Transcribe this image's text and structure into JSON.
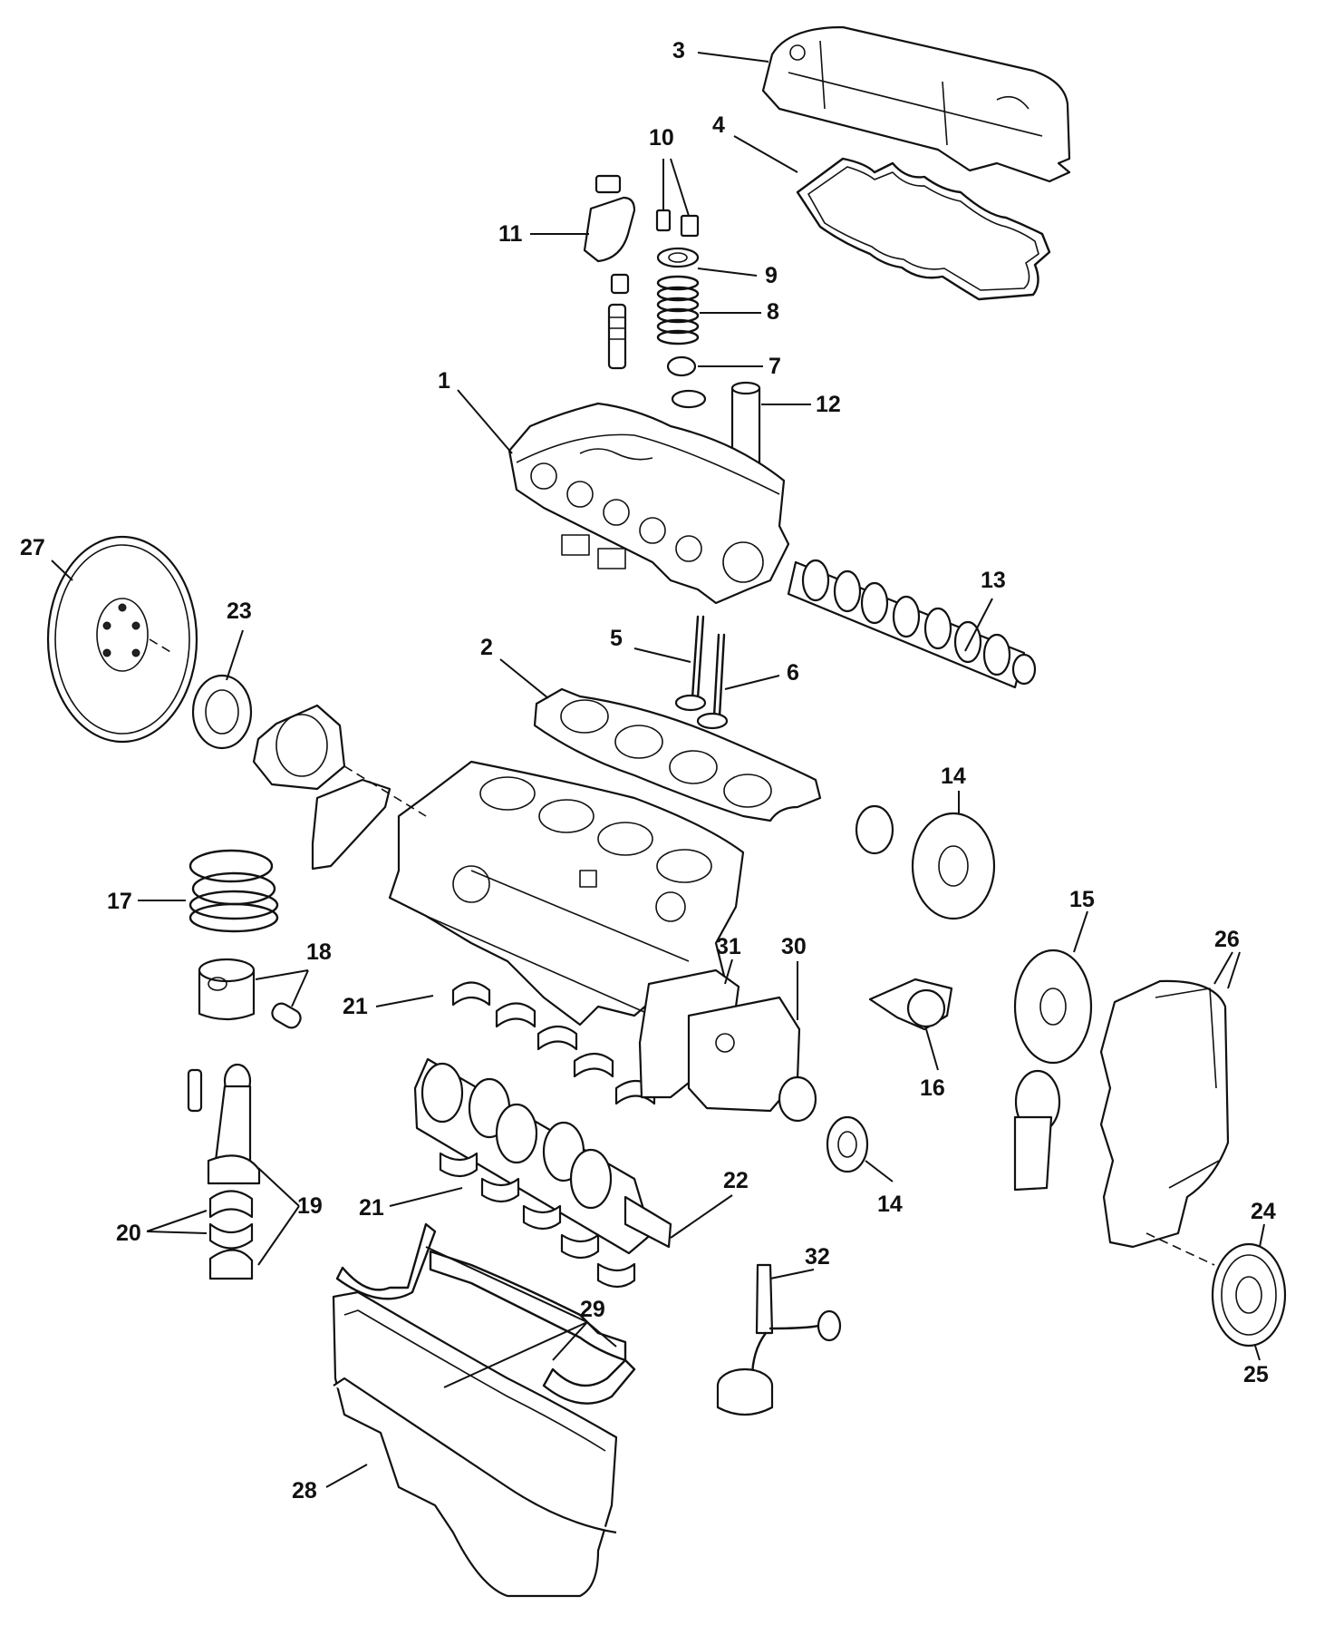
{
  "colors": {
    "ink": "#111111",
    "background": "#ffffff"
  },
  "labels": {
    "l1": "1",
    "l2": "2",
    "l3": "3",
    "l4": "4",
    "l5": "5",
    "l6": "6",
    "l7": "7",
    "l8": "8",
    "l9": "9",
    "l10": "10",
    "l11": "11",
    "l12": "12",
    "l13": "13",
    "l14a": "14",
    "l14b": "14",
    "l15": "15",
    "l16": "16",
    "l17": "17",
    "l18": "18",
    "l19": "19",
    "l20": "20",
    "l21a": "21",
    "l21b": "21",
    "l22": "22",
    "l23": "23",
    "l24": "24",
    "l25": "25",
    "l26": "26",
    "l27": "27",
    "l28": "28",
    "l29": "29",
    "l30": "30",
    "l31": "31",
    "l32": "32"
  }
}
